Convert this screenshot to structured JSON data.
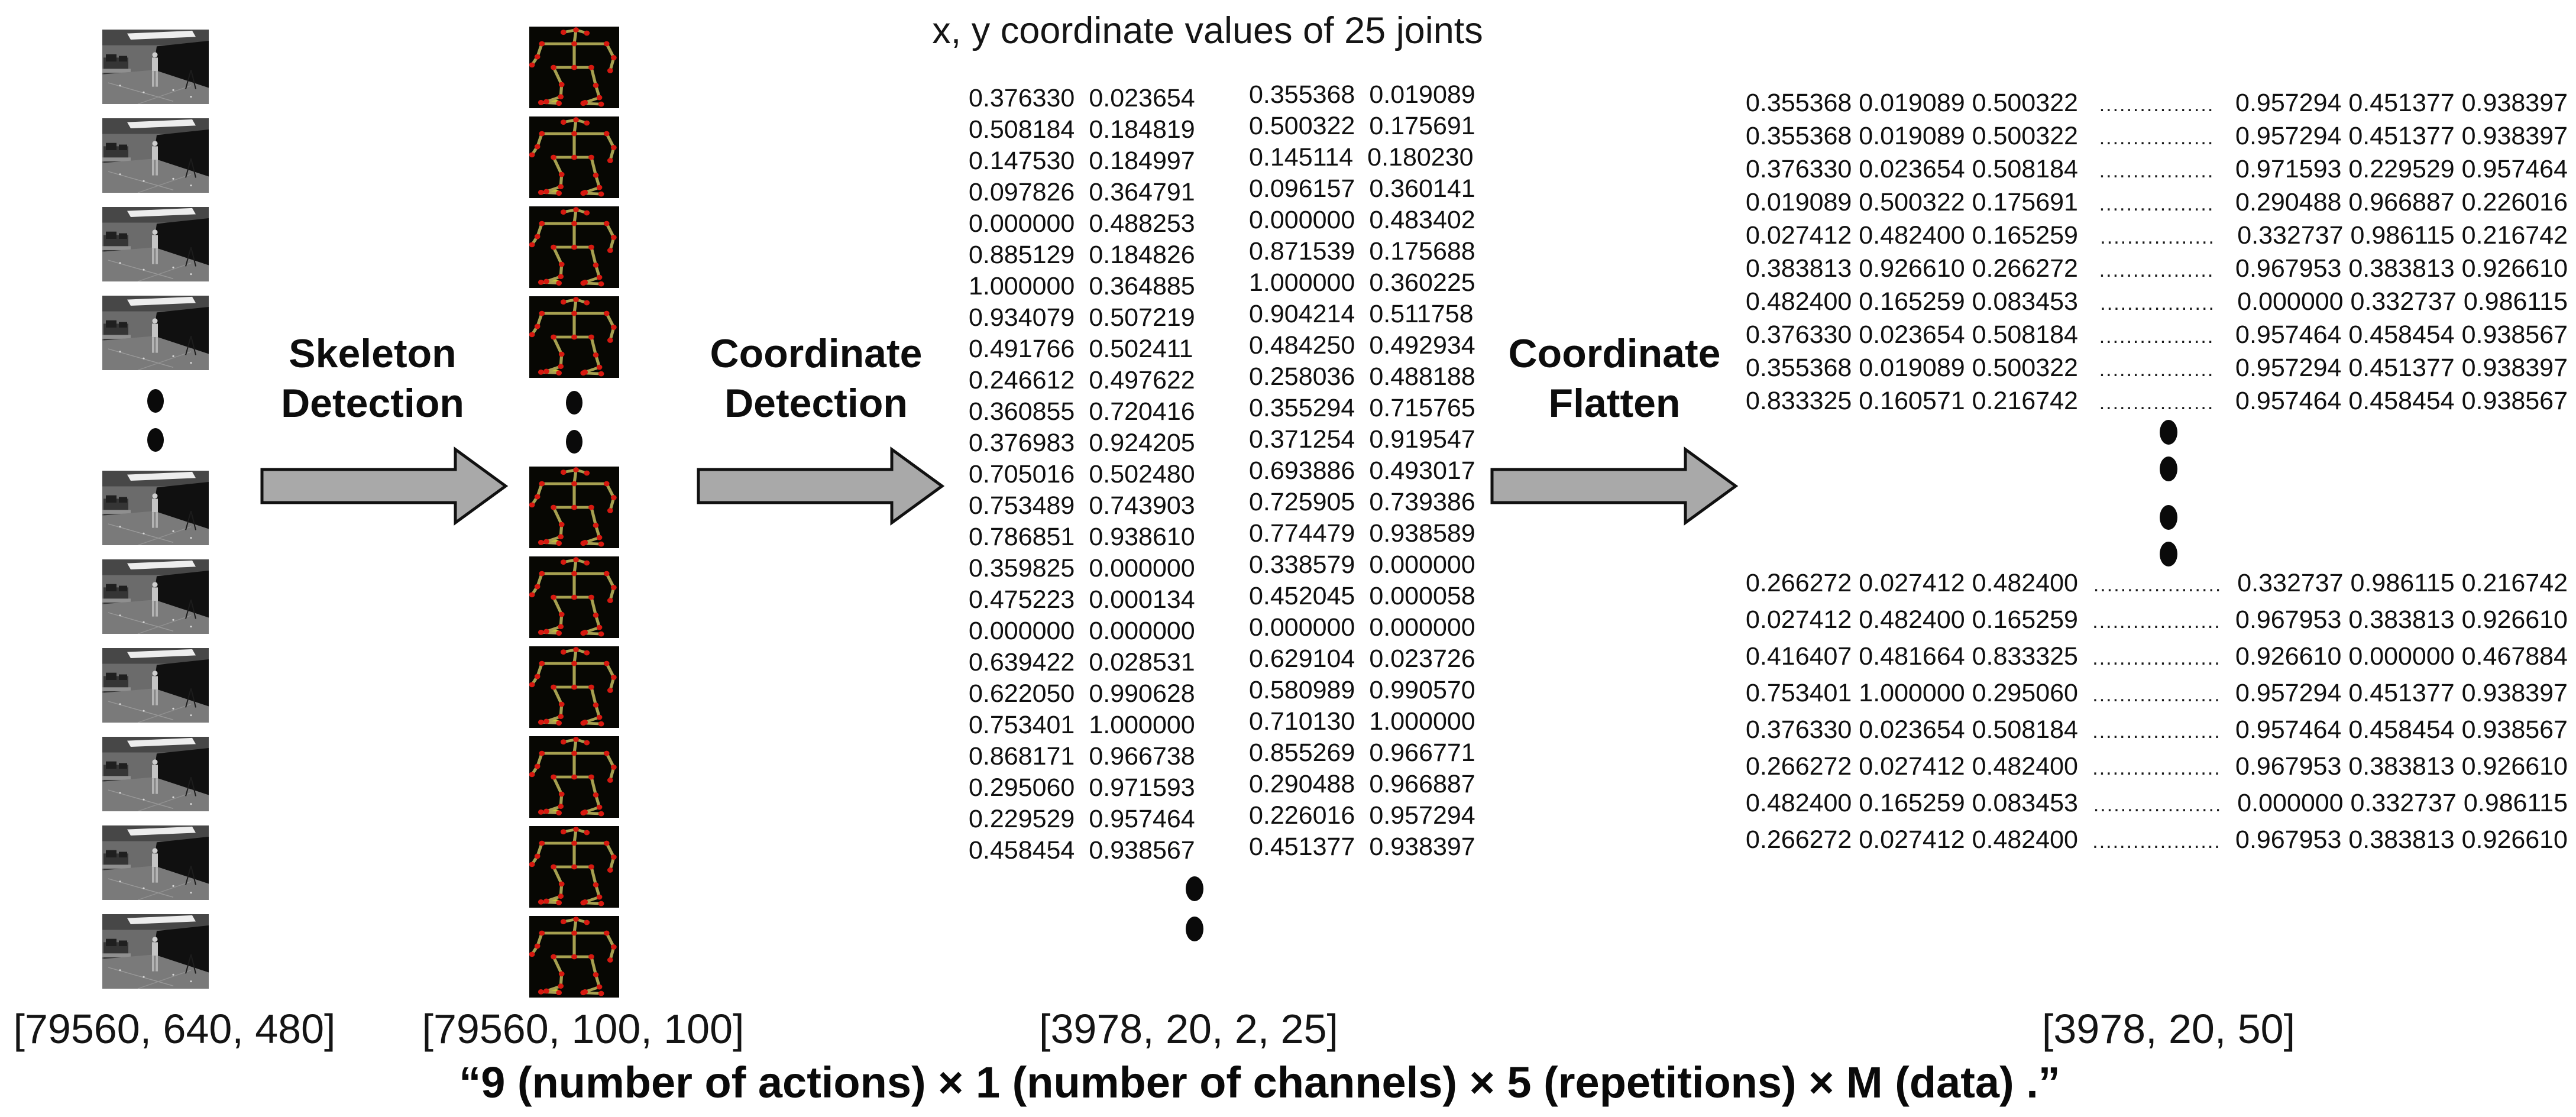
{
  "title": "x, y coordinate values of 25 joints",
  "stages": {
    "skeleton_detection": {
      "line1": "Skeleton",
      "line2": "Detection"
    },
    "coordinate_detection": {
      "line1": "Coordinate",
      "line2": "Detection"
    },
    "coordinate_flatten": {
      "line1": "Coordinate",
      "line2": "Flatten"
    }
  },
  "dims": {
    "video": "[79560, 640, 480]",
    "skeleton": "[79560, 100, 100]",
    "joints": "[3978, 20, 2, 25]",
    "flatten": "[3978, 20, 50]"
  },
  "joints_col_a": [
    {
      "x": "0.376330",
      "y": "0.023654"
    },
    {
      "x": "0.508184",
      "y": "0.184819"
    },
    {
      "x": "0.147530",
      "y": "0.184997"
    },
    {
      "x": "0.097826",
      "y": "0.364791"
    },
    {
      "x": "0.000000",
      "y": "0.488253"
    },
    {
      "x": "0.885129",
      "y": "0.184826"
    },
    {
      "x": "1.000000",
      "y": "0.364885"
    },
    {
      "x": "0.934079",
      "y": "0.507219"
    },
    {
      "x": "0.491766",
      "y": "0.502411"
    },
    {
      "x": "0.246612",
      "y": "0.497622"
    },
    {
      "x": "0.360855",
      "y": "0.720416"
    },
    {
      "x": "0.376983",
      "y": "0.924205"
    },
    {
      "x": "0.705016",
      "y": "0.502480"
    },
    {
      "x": "0.753489",
      "y": "0.743903"
    },
    {
      "x": "0.786851",
      "y": "0.938610"
    },
    {
      "x": "0.359825",
      "y": "0.000000"
    },
    {
      "x": "0.475223",
      "y": "0.000134"
    },
    {
      "x": "0.000000",
      "y": "0.000000"
    },
    {
      "x": "0.639422",
      "y": "0.028531"
    },
    {
      "x": "0.622050",
      "y": "0.990628"
    },
    {
      "x": "0.753401",
      "y": "1.000000"
    },
    {
      "x": "0.868171",
      "y": "0.966738"
    },
    {
      "x": "0.295060",
      "y": "0.971593"
    },
    {
      "x": "0.229529",
      "y": "0.957464"
    },
    {
      "x": "0.458454",
      "y": "0.938567"
    }
  ],
  "joints_col_b": [
    {
      "x": "0.355368",
      "y": "0.019089"
    },
    {
      "x": "0.500322",
      "y": "0.175691"
    },
    {
      "x": "0.145114",
      "y": "0.180230"
    },
    {
      "x": "0.096157",
      "y": "0.360141"
    },
    {
      "x": "0.000000",
      "y": "0.483402"
    },
    {
      "x": "0.871539",
      "y": "0.175688"
    },
    {
      "x": "1.000000",
      "y": "0.360225"
    },
    {
      "x": "0.904214",
      "y": "0.511758"
    },
    {
      "x": "0.484250",
      "y": "0.492934"
    },
    {
      "x": "0.258036",
      "y": "0.488188"
    },
    {
      "x": "0.355294",
      "y": "0.715765"
    },
    {
      "x": "0.371254",
      "y": "0.919547"
    },
    {
      "x": "0.693886",
      "y": "0.493017"
    },
    {
      "x": "0.725905",
      "y": "0.739386"
    },
    {
      "x": "0.774479",
      "y": "0.938589"
    },
    {
      "x": "0.338579",
      "y": "0.000000"
    },
    {
      "x": "0.452045",
      "y": "0.000058"
    },
    {
      "x": "0.000000",
      "y": "0.000000"
    },
    {
      "x": "0.629104",
      "y": "0.023726"
    },
    {
      "x": "0.580989",
      "y": "0.990570"
    },
    {
      "x": "0.710130",
      "y": "1.000000"
    },
    {
      "x": "0.855269",
      "y": "0.966771"
    },
    {
      "x": "0.290488",
      "y": "0.966887"
    },
    {
      "x": "0.226016",
      "y": "0.957294"
    },
    {
      "x": "0.451377",
      "y": "0.938397"
    }
  ],
  "flatten_top": [
    {
      "l": "0.355368 0.019089 0.500322",
      "m": ".................",
      "r": "0.957294 0.451377 0.938397"
    },
    {
      "l": "0.355368 0.019089 0.500322",
      "m": ".................",
      "r": "0.957294 0.451377 0.938397"
    },
    {
      "l": "0.376330 0.023654 0.508184",
      "m": ".................",
      "r": "0.971593 0.229529 0.957464"
    },
    {
      "l": "0.019089 0.500322 0.175691",
      "m": ".................",
      "r": "0.290488 0.966887 0.226016"
    },
    {
      "l": "0.027412 0.482400 0.165259",
      "m": ".................",
      "r": "0.332737 0.986115 0.216742"
    },
    {
      "l": "0.383813 0.926610 0.266272",
      "m": ".................",
      "r": "0.967953 0.383813 0.926610"
    },
    {
      "l": "0.482400 0.165259 0.083453",
      "m": ".................",
      "r": "0.000000 0.332737 0.986115"
    },
    {
      "l": "0.376330 0.023654 0.508184",
      "m": ".................",
      "r": "0.957464 0.458454 0.938567"
    },
    {
      "l": "0.355368 0.019089 0.500322",
      "m": ".................",
      "r": "0.957294 0.451377 0.938397"
    },
    {
      "l": "0.833325 0.160571 0.216742",
      "m": ".................",
      "r": "0.957464 0.458454 0.938567"
    }
  ],
  "flatten_bottom": [
    {
      "l": "0.266272 0.027412 0.482400",
      "m": "...................",
      "r": "0.332737 0.986115 0.216742"
    },
    {
      "l": "0.027412 0.482400 0.165259",
      "m": "...................",
      "r": "0.967953 0.383813 0.926610"
    },
    {
      "l": "0.416407 0.481664 0.833325",
      "m": "...................",
      "r": "0.926610 0.000000 0.467884"
    },
    {
      "l": "0.753401 1.000000 0.295060",
      "m": "...................",
      "r": "0.957294 0.451377 0.938397"
    },
    {
      "l": "0.376330 0.023654 0.508184",
      "m": "...................",
      "r": "0.957464 0.458454 0.938567"
    },
    {
      "l": "0.266272 0.027412 0.482400",
      "m": "...................",
      "r": "0.967953 0.383813 0.926610"
    },
    {
      "l": "0.482400 0.165259 0.083453",
      "m": "...................",
      "r": "0.000000 0.332737 0.986115"
    },
    {
      "l": "0.266272 0.027412 0.482400",
      "m": "...................",
      "r": "0.967953 0.383813 0.926610"
    }
  ],
  "footer": "“9 (number of actions) × 1 (number of channels) × 5 (repetitions) × M (data) .”",
  "colors": {
    "arrow_fill": "#a9a9a9",
    "arrow_stroke": "#111111",
    "skeleton_line": "#a6a050",
    "skeleton_joint": "#d61910",
    "skeleton_bg": "#070703",
    "text": "#111111"
  }
}
